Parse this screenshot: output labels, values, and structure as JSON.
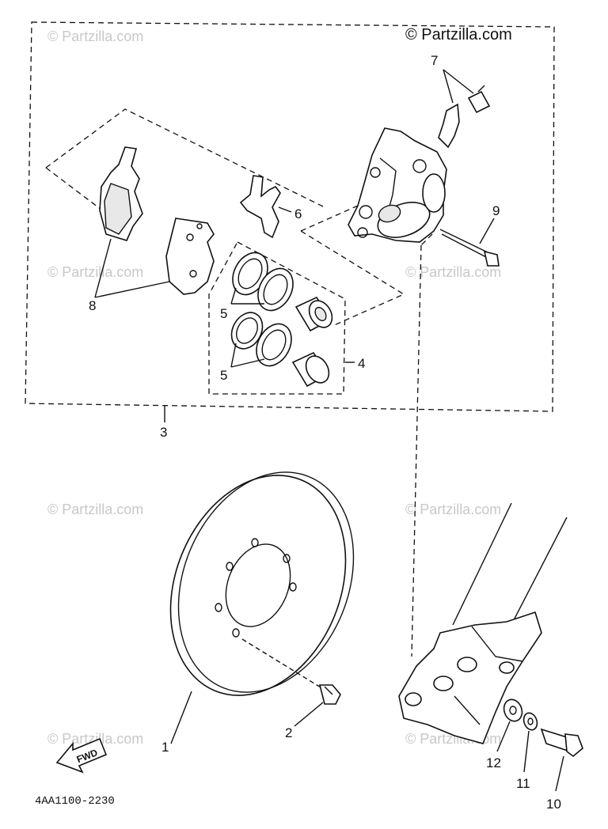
{
  "watermark": {
    "brand": "© Partzilla.com",
    "main": "© Partzilla.com"
  },
  "diagram_code": "4AA1100-2230",
  "fwd_badge": "FWD",
  "callouts": {
    "c1": "1",
    "c2": "2",
    "c3": "3",
    "c4": "4",
    "c5a": "5",
    "c5b": "5",
    "c6": "6",
    "c7": "7",
    "c8": "8",
    "c9": "9",
    "c10": "10",
    "c11": "11",
    "c12": "12"
  }
}
